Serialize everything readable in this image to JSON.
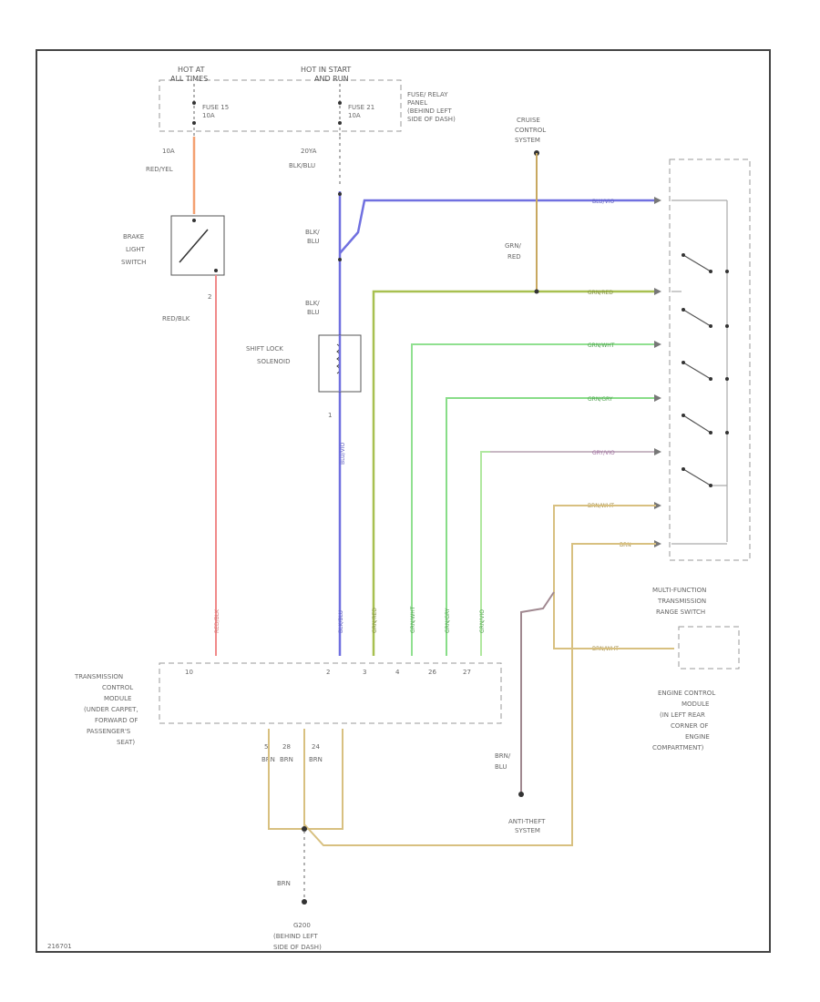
{
  "colors": {
    "frame": "#444444",
    "dashed": "#999999",
    "wire_red_yel": "#f4a070",
    "wire_red_blk": "#f08a8a",
    "wire_blu": "#7070e0",
    "wire_grn_red": "#a8c050",
    "wire_grn_wht": "#90e090",
    "wire_grn_gry": "#88dd88",
    "wire_grn_vio": "#b0e8a0",
    "wire_gray_vio": "#d0a8d0",
    "wire_brn": "#d8c080",
    "wire_brn_blu": "#a08890",
    "wire_brn_red": "#c8a860",
    "switch_wire": "#aaaaaa",
    "junction": "#333333"
  },
  "labels": {
    "hot_at_all_times": [
      "HOT AT",
      "ALL TIMES"
    ],
    "hot_in_start_run": [
      "HOT IN START",
      "AND RUN"
    ],
    "fuse_15": [
      "FUSE 15",
      "10A"
    ],
    "fuse_21": [
      "FUSE 21",
      "10A"
    ],
    "fuse_relay_panel": [
      "FUSE/ RELAY",
      "PANEL",
      "(BEHIND LEFT",
      "SIDE OF DASH)"
    ],
    "cruise_control_system": [
      "CRUISE",
      "CONTROL",
      "SYSTEM"
    ],
    "brake_light_switch": [
      "BRAKE",
      "LIGHT",
      "SWITCH"
    ],
    "shift_lock_solenoid": [
      "SHIFT LOCK",
      "SOLENOID"
    ],
    "tcm": [
      "TRANSMISSION",
      "CONTROL",
      "MODULE",
      "(UNDER CARPET,",
      "FORWARD OF",
      "PASSENGER'S",
      "SEAT)"
    ],
    "mf_range_switch": [
      "MULTI-FUNCTION",
      "TRANSMISSION",
      "RANGE SWITCH"
    ],
    "ecm": [
      "ENGINE CONTROL",
      "MODULE",
      "(IN LEFT REAR",
      "CORNER OF",
      "ENGINE",
      "COMPARTMENT)"
    ],
    "anti_theft_system": [
      "ANTI-THEFT",
      "SYSTEM"
    ],
    "ground": [
      "G200",
      "(BEHIND LEFT",
      "SIDE OF DASH)"
    ],
    "figure_id": "216701"
  },
  "wire_labels": {
    "red_yel_top": [
      "10A",
      "RED/YEL"
    ],
    "blu_top": [
      "20YA",
      "BLK/BLU"
    ],
    "blk_blu_1": [
      "BLK/",
      "BLU"
    ],
    "blk_blu_2": [
      "BLK/",
      "BLU"
    ],
    "grn_red_vertical": [
      "GRN/",
      "RED"
    ],
    "pin_2": "2",
    "red_blk": "RED/BLK",
    "pin_1": "1",
    "blu_vertical": "BLU/VIO",
    "red_blk_vert": "RED/BLK",
    "blk_blu_vert": "BLK/BLU",
    "grn_red_vert": "GRN/RED",
    "grn_wht_vert": "GRN/WHT",
    "grn_gry_vert": "GRN/GRY",
    "grn_vio_vert": "GRN/VIO",
    "h_blu": "BLU/VIO",
    "h_grn_red": "GRN/RED",
    "h_grn_wht": "GRN/WHT",
    "h_grn_gry": "GRN/GRY",
    "h_gry_vio": "GRY/VIO",
    "h_brn_wht": "BRN/WHT",
    "h_brn": "BRN",
    "h_brn_wht_ecm": "BRN/WHT",
    "tcm_pin_10": "10",
    "tcm_pin_2": "2",
    "tcm_pin_3": "3",
    "tcm_pin_4": "4",
    "tcm_pin_26": "26",
    "tcm_pin_27": "27",
    "tcm_pin_5": "5",
    "tcm_pin_28": "28",
    "tcm_pin_24": "24",
    "brn_1": "BRN",
    "brn_2": "BRN",
    "brn_3": "BRN",
    "brn_blu": [
      "BRN/",
      "BLU"
    ],
    "brn_ground": "BRN"
  }
}
